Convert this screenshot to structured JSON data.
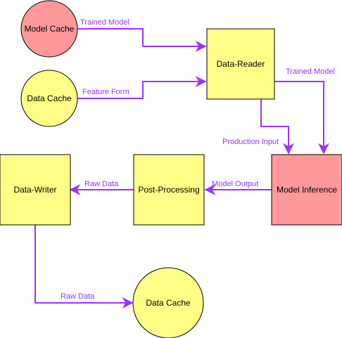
{
  "colors": {
    "yellow_fill": "#ffff88",
    "red_fill": "#ff9999",
    "stroke": "#000000",
    "edge": "#9933ff"
  },
  "nodes": {
    "model_cache": {
      "label": "Model Cache",
      "shape": "circle",
      "fill": "red"
    },
    "data_cache_in": {
      "label": "Data Cache",
      "shape": "circle",
      "fill": "yellow"
    },
    "data_reader": {
      "label": "Data-Reader",
      "shape": "rect",
      "fill": "yellow"
    },
    "model_inference": {
      "label": "Model Inference",
      "shape": "rect",
      "fill": "red"
    },
    "post_processing": {
      "label": "Post-Processing",
      "shape": "rect",
      "fill": "yellow"
    },
    "data_writer": {
      "label": "Data-Writer",
      "shape": "rect",
      "fill": "yellow"
    },
    "data_cache_out": {
      "label": "Data Cache",
      "shape": "circle",
      "fill": "yellow"
    }
  },
  "edges": {
    "model_cache_to_reader": {
      "label": "Trained Model"
    },
    "data_cache_to_reader": {
      "label": "Feature Form"
    },
    "reader_to_inference_model": {
      "label": "Trained Model"
    },
    "reader_to_inference_input": {
      "label": "Production Input"
    },
    "inference_to_post": {
      "label": "Model Output"
    },
    "post_to_writer": {
      "label": "Raw Data"
    },
    "writer_to_cache": {
      "label": "Raw Data"
    }
  }
}
